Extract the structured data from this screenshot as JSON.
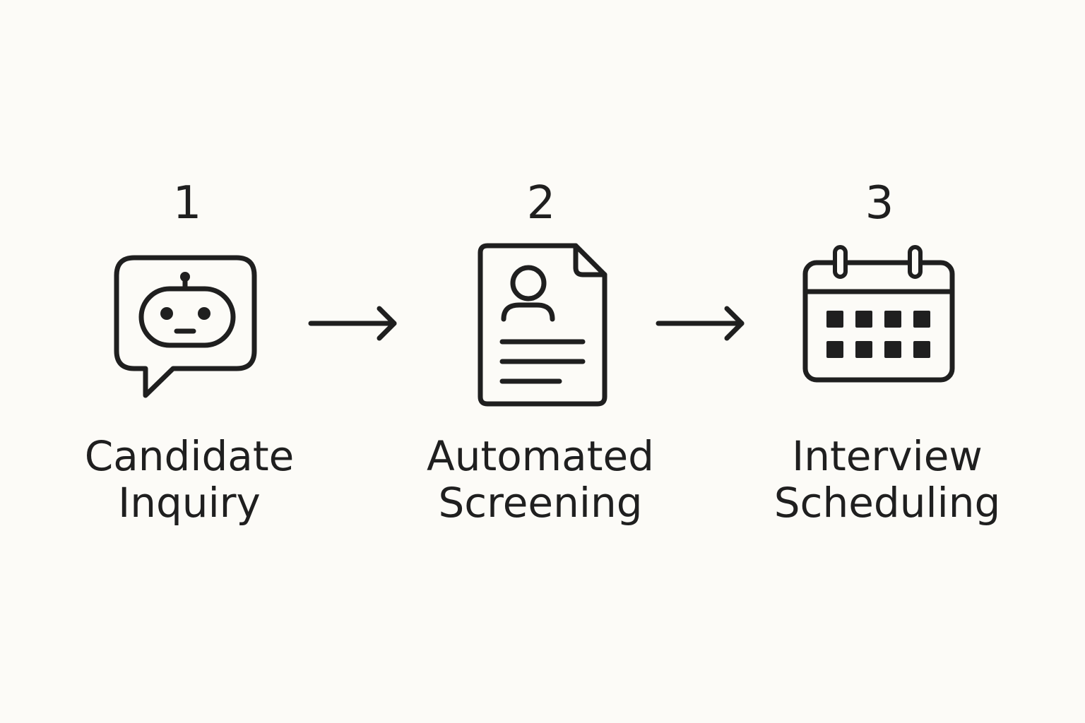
{
  "steps": [
    {
      "number": "1",
      "label_line1": "Candidate",
      "label_line2": "Inquiry",
      "icon": "chatbot-speech-bubble-icon"
    },
    {
      "number": "2",
      "label_line1": "Automated",
      "label_line2": "Screening",
      "icon": "resume-document-icon"
    },
    {
      "number": "3",
      "label_line1": "Interview",
      "label_line2": "Scheduling",
      "icon": "calendar-icon"
    }
  ],
  "connectors": [
    "arrow-right-icon",
    "arrow-right-icon"
  ],
  "colors": {
    "background": "#fcfbf7",
    "ink": "#1f1f1f"
  }
}
